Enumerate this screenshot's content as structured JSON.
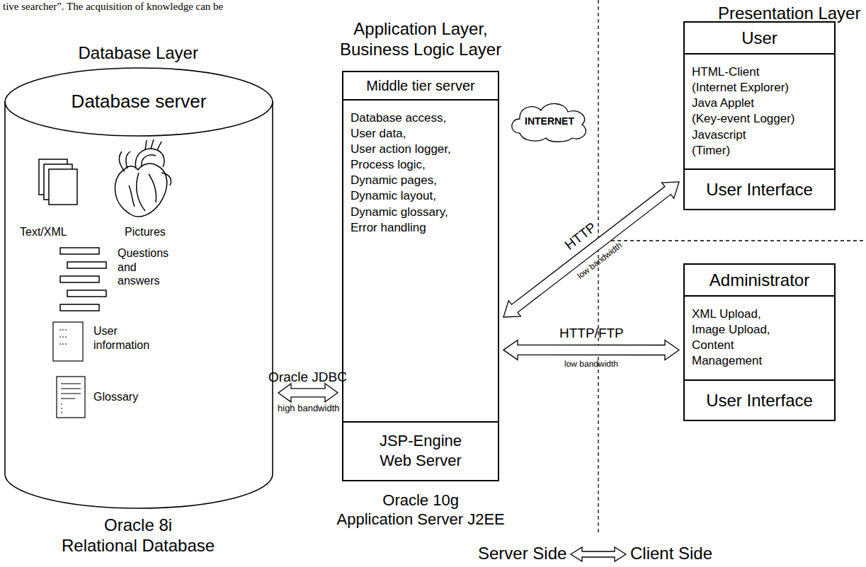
{
  "diagram": {
    "nodes": [
      {
        "text": [
          "Database server"
        ]
      },
      {
        "text": [
          "Middle tier server",
          "Database access, User data, User action logger, Process logic, Dynamic pages, Dynamic layout, Dynamic glossary, Error handling",
          "JSP-Engine Web Server"
        ]
      },
      {
        "text": [
          "User",
          "HTML-Client (Internet Explorer) Java Applet (Key-event Logger) Javascript (Timer)",
          "User Interface"
        ]
      },
      {
        "text": [
          "Administrator",
          "XML Upload, Image Upload, Content Management",
          "User Interface"
        ]
      },
      {
        "text": [
          "INTERNET"
        ]
      }
    ],
    "edges": [
      {
        "from": 0,
        "to": 1,
        "label": "Oracle JDBC",
        "arrow": "both"
      },
      {
        "from": 1,
        "to": 2,
        "label": "HTTP",
        "arrow": "both"
      },
      {
        "from": 1,
        "to": 3,
        "label": "HTTP/FTP",
        "arrow": "both"
      }
    ],
    "labels": [
      "tive searcher”. The acquisition of knowledge can be",
      "Database Layer",
      "Text/XML",
      "Pictures",
      "Questions and answers",
      "User information",
      "Glossary",
      "Oracle 8i Relational Database",
      "high bandwidth",
      "Application Layer, Business Logic Layer",
      "Oracle 10g Application Server J2EE",
      "low bandwidth",
      "low bandwidth",
      "Presentation Layer",
      "Server Side",
      "Client Side"
    ]
  }
}
